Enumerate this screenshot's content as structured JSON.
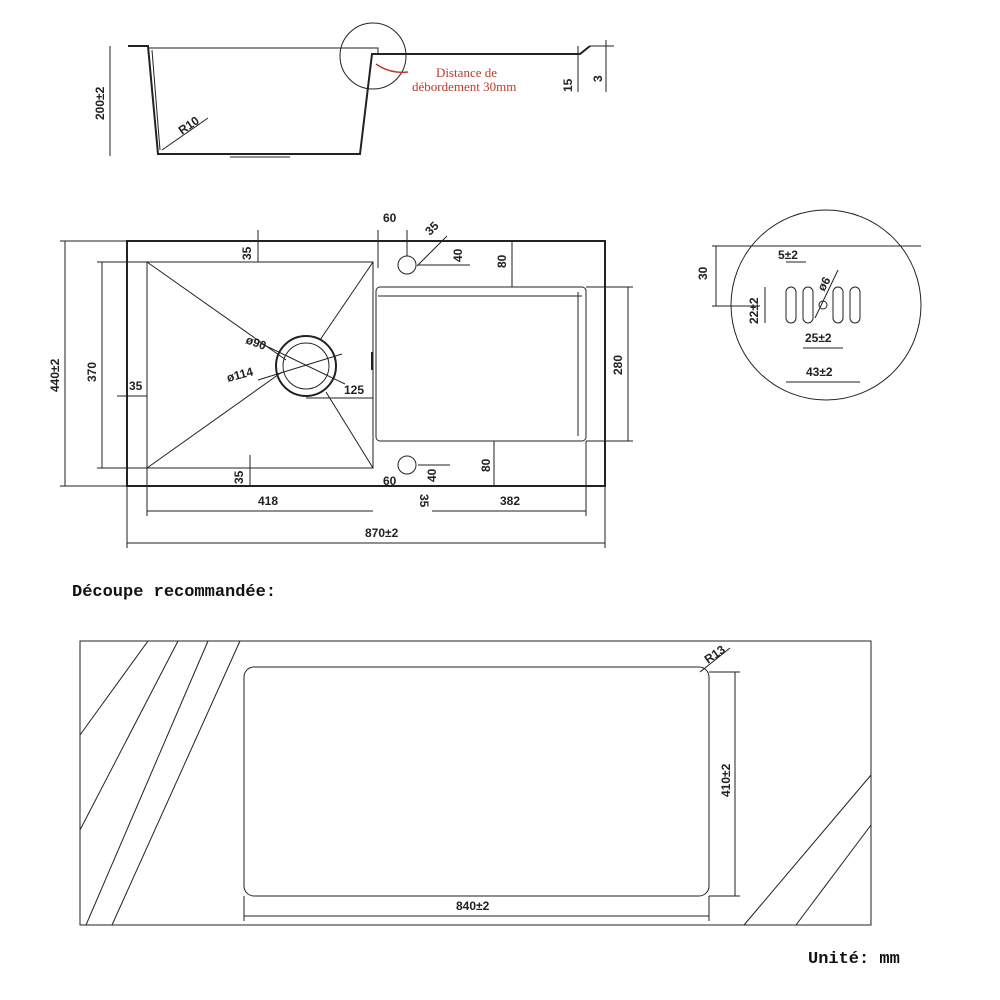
{
  "side_view": {
    "height_label": "200±2",
    "radius_label": "R10",
    "overflow_note_line1": "Distance de",
    "overflow_note_line2": "débordement 30mm",
    "dim_15": "15",
    "dim_3": "3"
  },
  "top_view": {
    "overall_width": "870±2",
    "overall_height": "440±2",
    "bowl_height": "370",
    "bowl_width": "418",
    "drainer_width": "382",
    "drainer_height": "280",
    "dim_35_top": "35",
    "dim_35_left": "35",
    "dim_35_bottom": "35",
    "dim_35_bottom2": "35",
    "dim_35_hole": "35",
    "dim_60_top": "60",
    "dim_60_bottom": "60",
    "dim_40_top": "40",
    "dim_40_bottom": "40",
    "dim_80_top": "80",
    "dim_80_bottom": "80",
    "drain_90": "ø90",
    "drain_114": "ø114",
    "dim_125": "125"
  },
  "detail_view": {
    "dim_30": "30",
    "dim_5": "5±2",
    "dim_22": "22±2",
    "dim_6": "ø6",
    "dim_25": "25±2",
    "dim_43": "43±2"
  },
  "cutout": {
    "heading": "Découpe recommandée:",
    "radius_label": "R13",
    "width_label": "840±2",
    "height_label": "410±2"
  },
  "footer": {
    "unit_label": "Unité: mm"
  }
}
